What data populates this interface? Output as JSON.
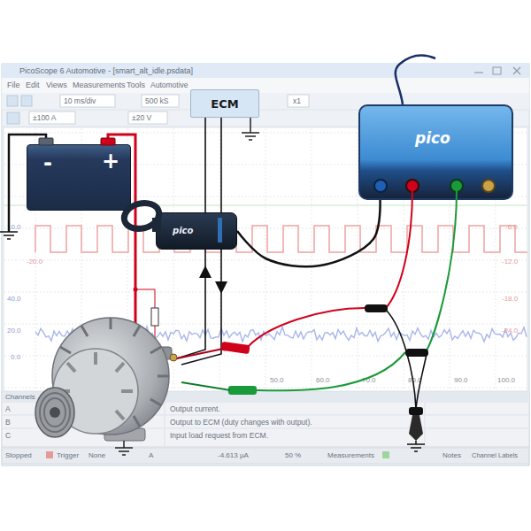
{
  "diagram": {
    "nodes": [
      {
        "text": [
          "ECM"
        ]
      },
      {
        "text": [
          "pico"
        ]
      },
      {
        "text": [
          "-",
          "+"
        ]
      },
      {
        "text": [
          "pico"
        ]
      }
    ],
    "edges": [
      {
        "from": 3,
        "to": 1,
        "arrow": "none"
      }
    ],
    "labels": [
      "PicoScope 6 Automotive - [smart_alt_idle.psdata]",
      "File",
      "Edit",
      "Views",
      "Measurements",
      "Tools",
      "Automotive",
      "10 ms/div",
      "500 kS",
      "x1",
      "±100 A",
      "±20 V",
      "10.0",
      "-20.0",
      "40.0",
      "20.0",
      "0.0",
      "-6.0",
      "-12.0",
      "-18.0",
      "-24.0",
      "50.0",
      "60.0",
      "70.0",
      "80.0",
      "90.0",
      "100.0",
      "Channels",
      "A",
      "Output current.",
      "B",
      "Output to ECM (duty changes with output).",
      "C",
      "Input load request from ECM.",
      "Stopped",
      "Trigger",
      "None",
      "A",
      "-4.613 µA",
      "50 %",
      "Measurements",
      "Notes",
      "Channel Labels"
    ]
  }
}
